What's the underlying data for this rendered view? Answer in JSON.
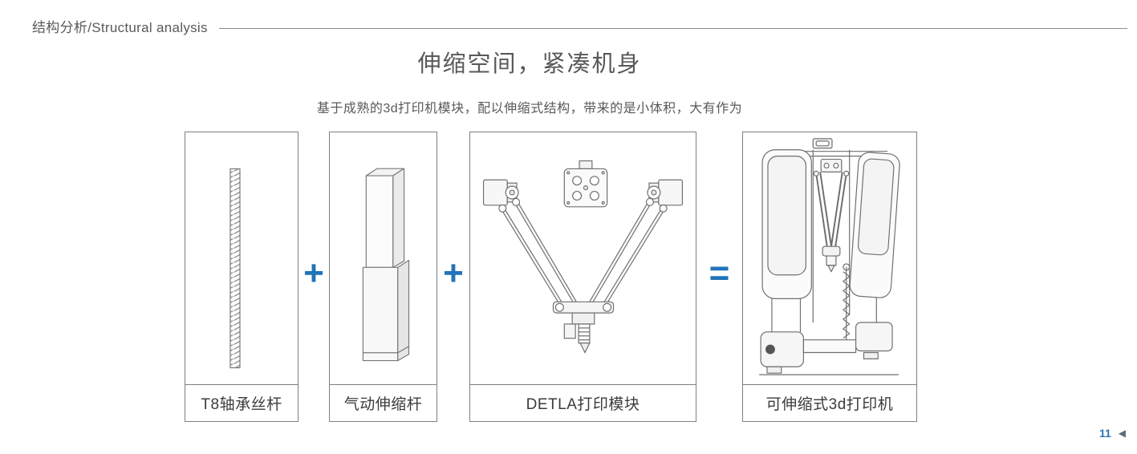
{
  "header": {
    "title": "结构分析/Structural analysis"
  },
  "main": {
    "title": "伸缩空间，紧凑机身",
    "subtitle": "基于成熟的3d打印机模块，配以伸缩式结构，带来的是小体积，大有作为"
  },
  "diagram": {
    "items": [
      {
        "id": "lead-screw",
        "label": "T8轴承丝杆"
      },
      {
        "id": "telescopic-rod",
        "label": "气动伸缩杆"
      },
      {
        "id": "delta-module",
        "label": "DETLA打印模块"
      },
      {
        "id": "printer",
        "label": "可伸缩式3d打印机"
      }
    ],
    "operators": [
      "+",
      "+",
      "="
    ]
  },
  "footer": {
    "page_number": "11",
    "nav_arrow": "◀"
  },
  "colors": {
    "accent_blue": "#2273B9",
    "page_number_blue": "#2E74B5",
    "text_gray": "#595959",
    "border_gray": "#7F7F7F"
  }
}
